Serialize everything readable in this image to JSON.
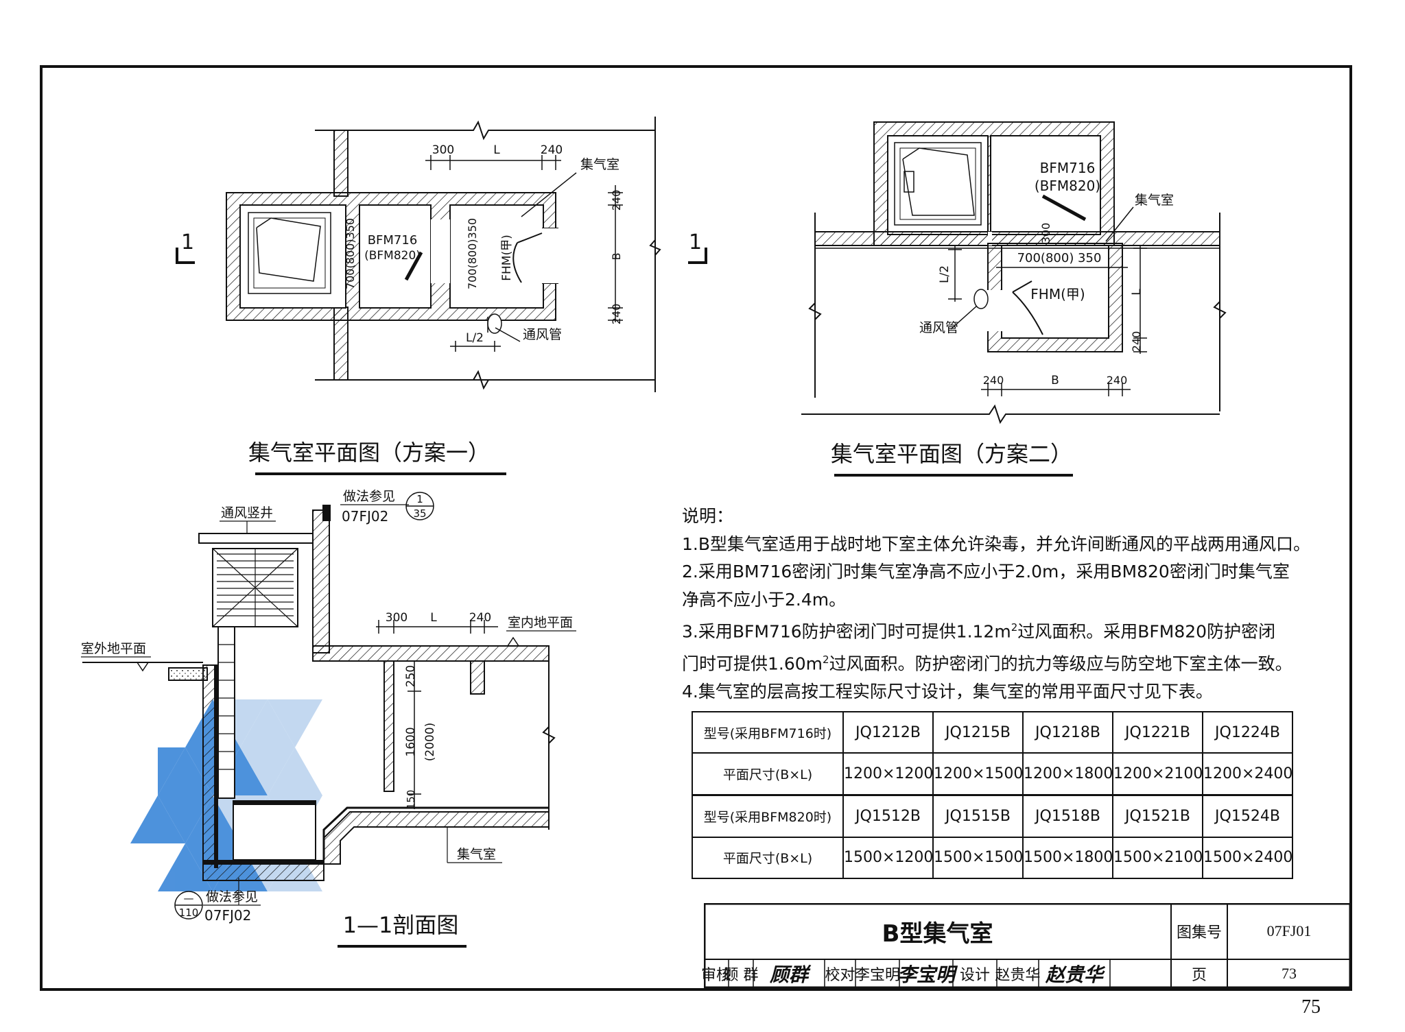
{
  "plan1": {
    "title": "集气室平面图（方案一）",
    "section_mark": "1",
    "dim_300": "300",
    "dim_L": "L",
    "dim_240": "240",
    "dim_240_top": "240",
    "dim_B": "B",
    "dim_240_bot": "240",
    "dim_L2": "L/2",
    "door_a": "700(800)350",
    "door_b": "700(800)350",
    "door_label_1": "BFM716",
    "door_label_2": "(BFM820)",
    "fhm_label": "FHM(甲)",
    "chamber_label": "集气室",
    "duct_label": "通风管"
  },
  "plan2": {
    "title": "集气室平面图（方案二）",
    "door_label_1": "BFM716",
    "door_label_2": "(BFM820)",
    "chamber_label": "集气室",
    "dim_300": "300",
    "dim_row": "700(800) 350",
    "dim_L2": "L/2",
    "fhm_label": "FHM(甲)",
    "duct_label": "通风管",
    "dim_L": "L",
    "dim_240_side": "240",
    "dim_240_left": "240",
    "dim_B": "B",
    "dim_240_right": "240"
  },
  "section": {
    "title": "1—1剖面图",
    "shaft_label": "通风竖井",
    "ref_top_label": "做法参见",
    "ref_top_code": "07FJ02",
    "ref_top_num": "1",
    "ref_top_page": "35",
    "outdoor_grade": "室外地平面",
    "indoor_floor": "室内地平面",
    "dim_300": "300",
    "dim_L": "L",
    "dim_240": "240",
    "dim_250": "250",
    "dim_1600": "1600",
    "dim_2000": "(2000)",
    "dim_150": "150",
    "chamber_label": "集气室",
    "ref_bot_label": "做法参见",
    "ref_bot_code": "07FJ02",
    "ref_bot_num": "—",
    "ref_bot_page": "110"
  },
  "notes": {
    "heading": "说明：",
    "n1": "1.B型集气室适用于战时地下室主体允许染毒，并允许间断通风的平战两用通风口。",
    "n2a": "2.采用BM716密闭门时集气室净高不应小于2.0m，采用BM820密闭门时集气室",
    "n2b": "净高不应小于2.4m。",
    "n3a_pre": "3.采用BFM716防护密闭门时可提供1.12m",
    "n3a_sup": "2",
    "n3a_post": "过风面积。采用BFM820防护密闭",
    "n3b_pre": "门时可提供1.60m",
    "n3b_sup": "2",
    "n3b_post": "过风面积。防护密闭门的抗力等级应与防空地下室主体一致。",
    "n4": "4.集气室的层高按工程实际尺寸设计，集气室的常用平面尺寸见下表。"
  },
  "size_table": {
    "rows": [
      [
        "型号(采用BFM716时)",
        "JQ1212B",
        "JQ1215B",
        "JQ1218B",
        "JQ1221B",
        "JQ1224B"
      ],
      [
        "平面尺寸(B×L)",
        "1200×1200",
        "1200×1500",
        "1200×1800",
        "1200×2100",
        "1200×2400"
      ],
      [
        "型号(采用BFM820时)",
        "JQ1512B",
        "JQ1515B",
        "JQ1518B",
        "JQ1521B",
        "JQ1524B"
      ],
      [
        "平面尺寸(B×L)",
        "1500×1200",
        "1500×1500",
        "1500×1800",
        "1500×2100",
        "1500×2400"
      ]
    ]
  },
  "title_block": {
    "drawing_title": "B型集气室",
    "atlas_label": "图集号",
    "atlas_no": "07FJ01",
    "page_label": "页",
    "page_no": "73",
    "reviewer_role": "审核",
    "reviewer_name": "顾 群",
    "reviewer_sig": "顾群",
    "checker_role": "校对",
    "checker_name": "李宝明",
    "checker_sig": "李宝明",
    "designer_role": "设计",
    "designer_name": "赵贵华",
    "designer_sig": "赵贵华"
  },
  "page_number": "75",
  "colors": {
    "ink": "#111111",
    "watermark_blue": "#2f7fd6",
    "watermark_light": "#b9d2ee"
  }
}
